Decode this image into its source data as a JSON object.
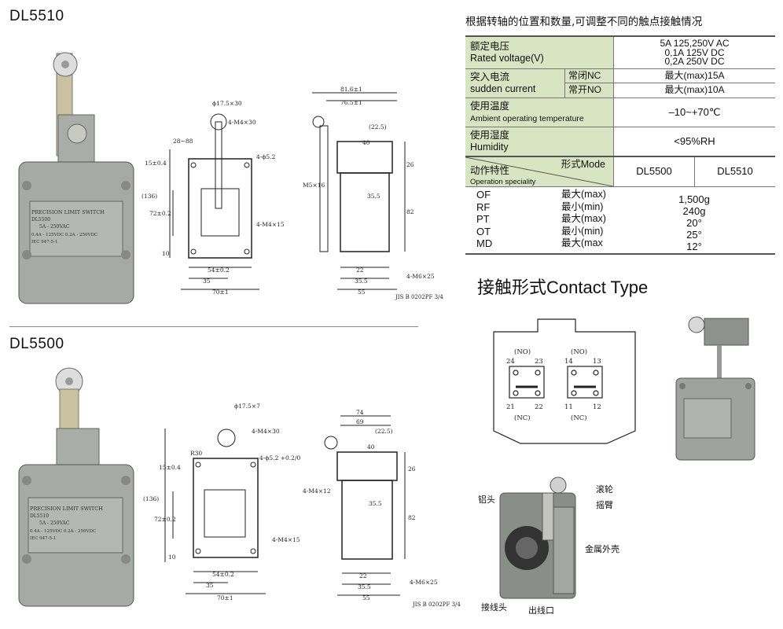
{
  "models": {
    "top": "DL5510",
    "bottom": "DL5500"
  },
  "note": "根据转轴的位置和数量,可调整不同的触点接触情况",
  "specs": {
    "rated_voltage": {
      "zh": "额定电压",
      "en": "Rated voltage(V)",
      "values": [
        "5A 125,250V AC",
        "0,1A 125V DC",
        "0,2A 250V DC"
      ]
    },
    "sudden_current": {
      "zh": "突入电流",
      "en": "sudden current",
      "nc_label": "常闭NC",
      "nc_value": "最大(max)15A",
      "no_label": "常开NO",
      "no_value": "最大(max)10A"
    },
    "temperature": {
      "zh": "使用温度",
      "en": "Ambient operating temperature",
      "value": "–10~+70℃"
    },
    "humidity": {
      "zh": "使用湿度",
      "en": "Humidity",
      "value": "<95%RH"
    },
    "operation": {
      "zh": "动作特性",
      "en": "Operation speciality",
      "mode_label": "形式Mode",
      "col1": "DL5500",
      "col2": "DL5510",
      "rows": [
        {
          "code": "OF",
          "limit": "最大(max)",
          "value": "1,500g"
        },
        {
          "code": "RF",
          "limit": "最小(min)",
          "value": "240g"
        },
        {
          "code": "PT",
          "limit": "最大(max)",
          "value": "20°"
        },
        {
          "code": "OT",
          "limit": "最小(min)",
          "value": "25°"
        },
        {
          "code": "MD",
          "limit": "最大(max",
          "value": "12°"
        }
      ]
    }
  },
  "contact_type_title": "接触形式Contact Type",
  "contacts": {
    "no": "(NO)",
    "nc": "(NC)",
    "t24": "24",
    "t23": "23",
    "t14": "14",
    "t13": "13",
    "t21": "21",
    "t22": "22",
    "t11": "11",
    "t12": "12"
  },
  "cutaway_labels": {
    "roller": "滚轮",
    "lever": "摇臂",
    "aluminum": "铝头",
    "metal_case": "金属外壳",
    "terminal": "接线头",
    "outlet": "出线口"
  },
  "switch_plate": {
    "line1": "PRECISION LIMIT SWITCH",
    "top_model": "DL5500",
    "bottom_model": "DL5510",
    "line2": "5A - 250VAC",
    "line3": "0.4A - 125VDC   0.2A - 250VDC",
    "line4": "IEC 947-5-1"
  },
  "dims": {
    "phi175x30": "ϕ17.5×30",
    "m4x30": "4-M4×30",
    "r28_88": "28~88",
    "d15": "15±0.4",
    "phi52": "4-ϕ5.2",
    "d136": "(136)",
    "d72": "72±0.2",
    "m4x15": "4-M4×15",
    "d10": "10",
    "d54": "54±0.2",
    "d35": "35",
    "d70": "70±1",
    "d816": "81.6±1",
    "d765": "76.5±1",
    "d225": "(22.5)",
    "d40": "40",
    "d26": "26",
    "m5x16": "M5×16",
    "d355": "35.5",
    "d82": "82",
    "d22": "22",
    "m6x25": "4-M6×25",
    "d55": "55",
    "jis": "JIS B 0202PF 3/4",
    "phi175x7": "ϕ17.5×7",
    "r30": "R30",
    "m4x12": "4-M4×12",
    "d74": "74",
    "d69": "69",
    "phi52b": "4-ϕ5.2 +0.2/0"
  }
}
